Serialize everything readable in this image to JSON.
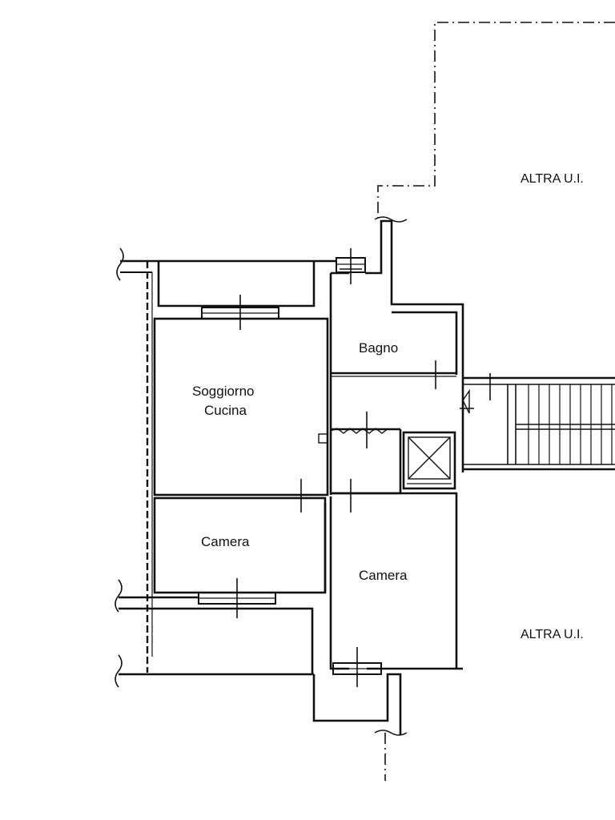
{
  "rooms": {
    "bagno": "Bagno",
    "soggiorno": "Soggiorno",
    "cucina": "Cucina",
    "camera_1": "Camera",
    "camera_2": "Camera"
  },
  "other_units": {
    "top": "ALTRA U.I.",
    "bottom": "ALTRA U.I."
  },
  "colors": {
    "line": "#111111",
    "background": "#ffffff"
  }
}
